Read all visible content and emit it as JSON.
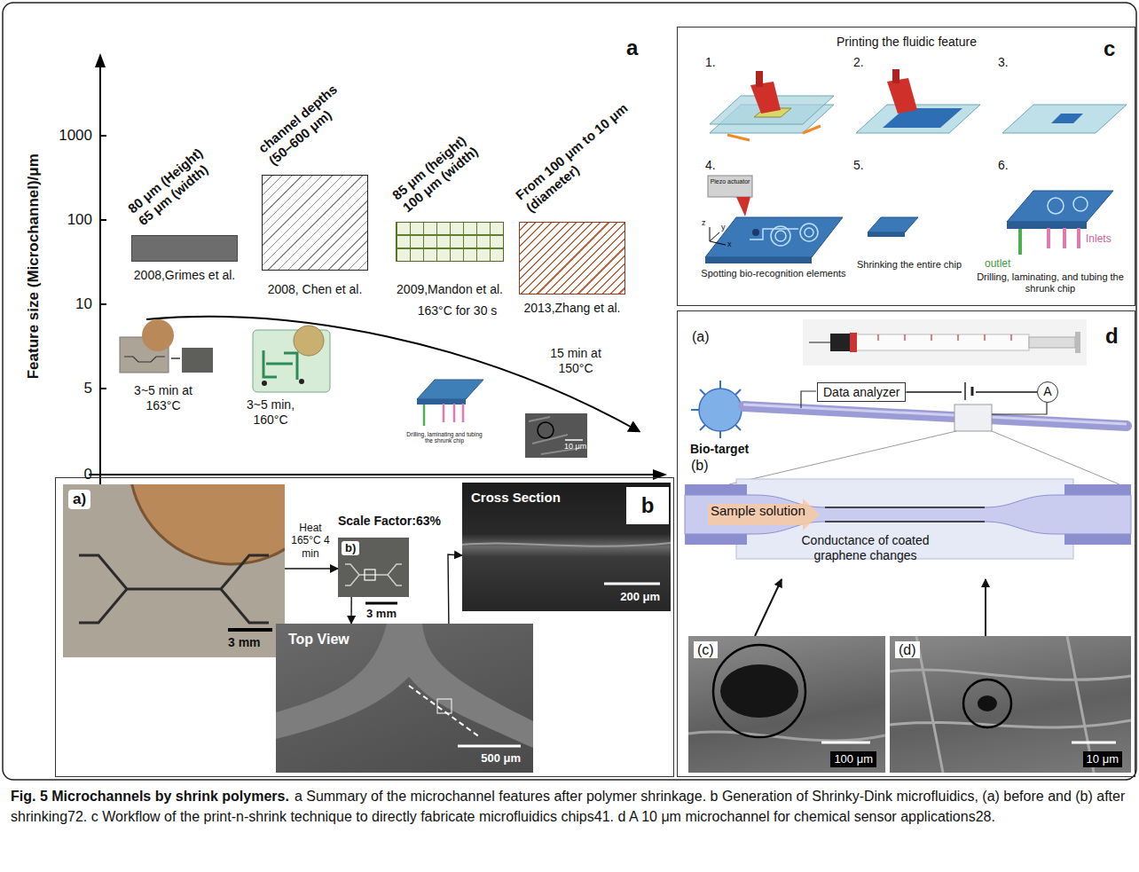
{
  "diagram": {
    "title": "Fig. 5 Microchannels by shrink polymers.",
    "caption": "a Summary of the microchannel features after polymer shrinkage. b Generation of Shrinky-Dink microfluidics, (a) before and (b) after shrinking72. c Workflow of the print-n-shrink technique to directly fabricate microfluidics chips41. d A 10 μm microchannel for chemical sensor applications28.",
    "nodes": [
      {
        "text": [
          "80 μm (Height) 65 μm (width)",
          "2008,Grimes et al."
        ]
      },
      {
        "text": [
          "channel depths (50–600 μm)",
          "2008, Chen et al."
        ]
      },
      {
        "text": [
          "85 μm (height) 100 μm (width)",
          "2009,Mandon et al."
        ]
      },
      {
        "text": [
          "From 100 μm to 10 μm (diameter)",
          "2013,Zhang et al."
        ]
      },
      {
        "text": [
          "b"
        ]
      },
      {
        "text": [
          "a)",
          "3 mm"
        ],
        "in": 4
      },
      {
        "text": [
          "Scale Factor:63%",
          "b)",
          "3 mm"
        ],
        "in": 4
      },
      {
        "text": [
          "Cross Section",
          "200 μm"
        ],
        "in": 4
      },
      {
        "text": [
          "Top View",
          "500 μm"
        ],
        "in": 4
      },
      {
        "text": [
          "c",
          "Printing the fluidic feature"
        ]
      },
      {
        "text": [
          "d"
        ]
      },
      {
        "text": [
          "Data analyzer"
        ],
        "in": 10
      },
      {
        "text": [
          "A"
        ],
        "in": 10
      },
      {
        "text": [
          "(b)",
          "Sample solution",
          "Conductance of coated graphene changes"
        ],
        "in": 10
      },
      {
        "text": [
          "(c)",
          "100 μm"
        ],
        "in": 10
      },
      {
        "text": [
          "(d)",
          "10 μm"
        ],
        "in": 10
      }
    ],
    "edges": [
      {
        "from": 5,
        "to": 6,
        "arrow": "to",
        "label": "Heat 165°C 4 min"
      },
      {
        "from": 6,
        "to": 8,
        "arrow": "to"
      },
      {
        "from": 8,
        "to": 7,
        "arrow": "to"
      },
      {
        "from": 11,
        "to": 12,
        "arrow": "none"
      },
      {
        "from": 14,
        "to": 13,
        "arrow": "to"
      },
      {
        "from": 15,
        "to": 13,
        "arrow": "to"
      }
    ],
    "labels": [
      "a",
      "Feature size (Microchannel)/μm",
      "1000",
      "100",
      "10",
      "5",
      "0",
      "163°C for 30 s",
      "15 min at 150°C",
      "3~5 min at 163°C",
      "3~5 min, 160°C",
      "Drilling, laminating and tubing the shrunk chip",
      "10 μm",
      "1.",
      "2.",
      "3.",
      "4.",
      "5.",
      "6.",
      "Piezo actuator",
      "x",
      "y",
      "z",
      "Spotting bio-recognition elements",
      "Shrinking the entire chip",
      "outlet",
      "Inlets",
      "Drilling, laminating, and tubing the shrunk chip",
      "(a)",
      "Bio-target"
    ]
  }
}
